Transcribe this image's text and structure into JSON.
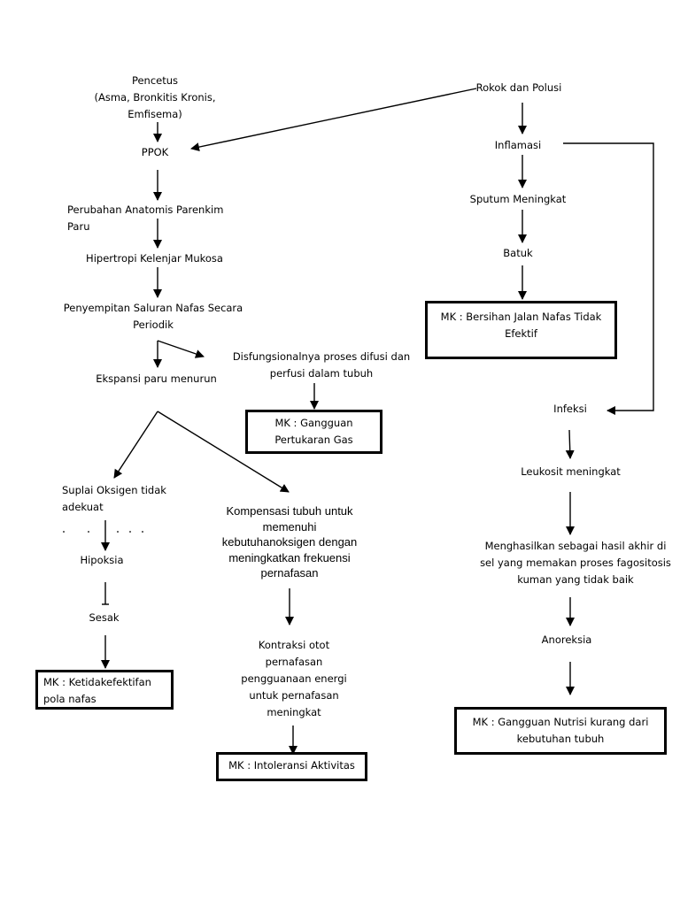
{
  "nodes": {
    "pencetus_1": "Pencetus",
    "pencetus_2": "(Asma, Bronkitis Kronis,",
    "pencetus_3": "Emfisema)",
    "ppok": "PPOK",
    "perubahan_1": "Perubahan Anatomis Parenkim",
    "perubahan_2": "Paru",
    "hipertropi": "Hipertropi Kelenjar Mukosa",
    "penyempitan_1": "Penyempitan Saluran Nafas Secara",
    "penyempitan_2": "Periodik",
    "ekspansi": "Ekspansi paru menurun",
    "disfungsi_1": "Disfungsionalnya proses difusi dan",
    "disfungsi_2": "perfusi dalam tubuh",
    "suplai_1": "Suplai Oksigen tidak",
    "suplai_2": "adekuat",
    "hipoksia": "Hipoksia",
    "sesak": "Sesak",
    "kompensasi_1": "Kompensasi tubuh untuk",
    "kompensasi_2": "memenuhi",
    "kompensasi_3": "kebutuhanoksigen dengan",
    "kompensasi_4": "meningkatkan frekuensi",
    "kompensasi_5": "pernafasan",
    "kontraksi_1": "Kontraksi otot",
    "kontraksi_2": "pernafasan",
    "kontraksi_3": "pengguanaan energi",
    "kontraksi_4": "untuk pernafasan",
    "kontraksi_5": "meningkat",
    "rokok": "Rokok dan Polusi",
    "inflamasi": "Inflamasi",
    "sputum": "Sputum Meningkat",
    "batuk": "Batuk",
    "infeksi": "Infeksi",
    "leukosit": "Leukosit meningkat",
    "menghasilkan_1": "Menghasilkan sebagai hasil akhir di",
    "menghasilkan_2": "sel yang memakan proses fagositosis",
    "menghasilkan_3": "kuman yang tidak baik",
    "anoreksia": "Anoreksia"
  },
  "boxes": {
    "gas_1": "MK : Gangguan",
    "gas_2": "Pertukaran Gas",
    "bersihan_1": "MK : Bersihan Jalan Nafas Tidak",
    "bersihan_2": "Efektif",
    "pola_1": "MK : Ketidakefektifan",
    "pola_2": "pola nafas",
    "intoleransi": "MK : Intoleransi Aktivitas",
    "nutrisi_1": "MK : Gangguan Nutrisi kurang dari",
    "nutrisi_2": "kebutuhan tubuh"
  }
}
